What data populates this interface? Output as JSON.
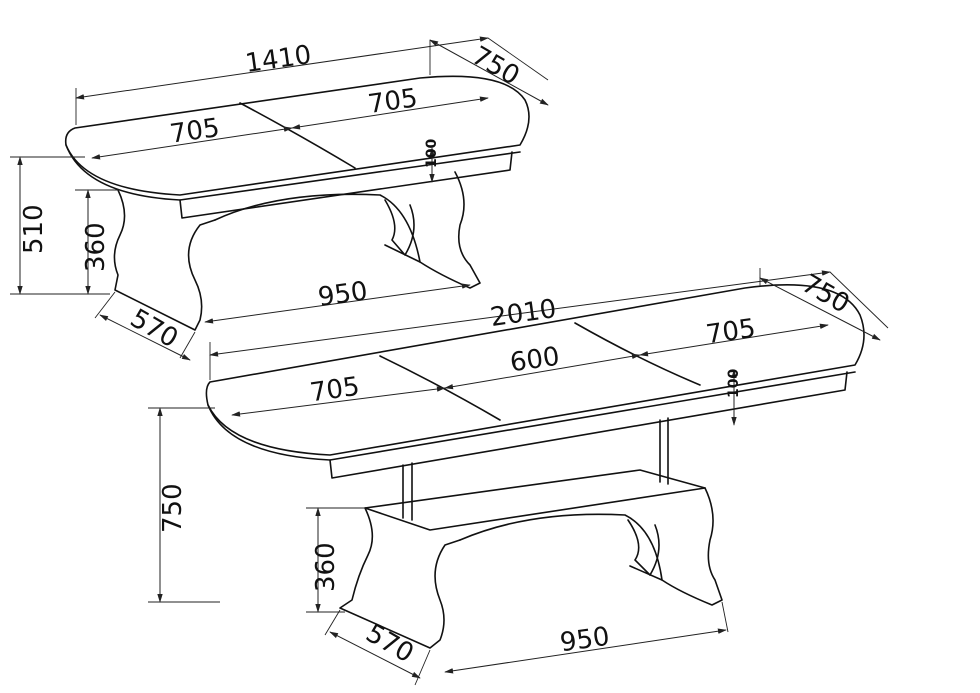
{
  "top_table": {
    "length": "1410",
    "depth": "750",
    "leaf_left": "705",
    "leaf_right": "705",
    "thickness": "100",
    "height": "510",
    "base_height": "360",
    "base_length": "950",
    "base_depth": "570"
  },
  "bottom_table": {
    "length": "2010",
    "depth": "750",
    "leaf_left": "705",
    "leaf_middle": "600",
    "leaf_right": "705",
    "thickness": "100",
    "height": "750",
    "base_height": "360",
    "base_depth": "570",
    "base_length": "950"
  }
}
